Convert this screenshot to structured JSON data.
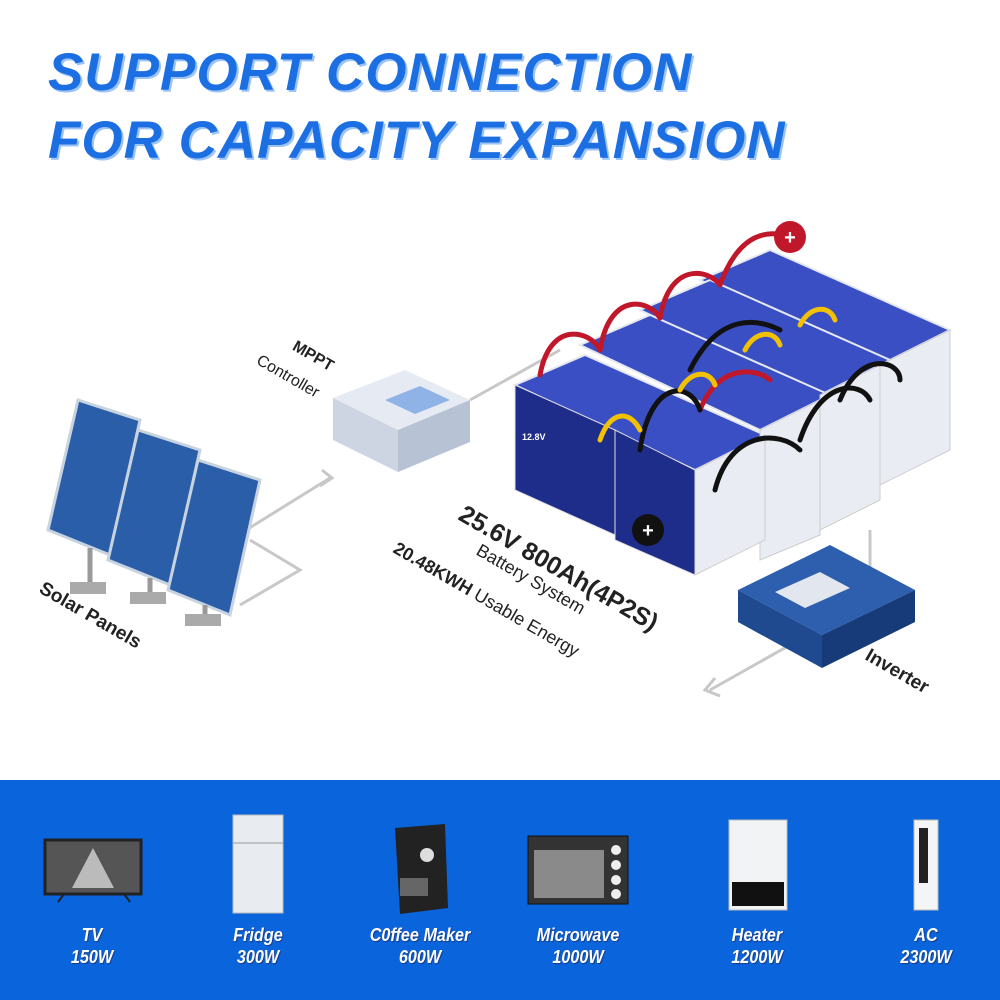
{
  "title": {
    "line1": "SUPPORT CONNECTION",
    "line2": "FOR CAPACITY EXPANSION"
  },
  "diagram": {
    "mppt_label": "MPPT",
    "controller_label": "Controller",
    "solar_label": "Solar Panels",
    "inverter_label": "Inverter",
    "spec_main": "25.6V 800Ah(4P2S)",
    "spec_sub": "Battery System",
    "energy_value": "20.48KWH",
    "energy_label": "Usable Energy",
    "plus_symbol": "+",
    "battery_voltage": "12.8V",
    "colors": {
      "battery_blue": "#3a4fc4",
      "positive_cable": "#c0182a",
      "negative_cable": "#111111",
      "bridge": "#f2c200"
    }
  },
  "appliances": [
    {
      "name": "TV",
      "power": "150W",
      "icon": "tv-icon"
    },
    {
      "name": "Fridge",
      "power": "300W",
      "icon": "fridge-icon"
    },
    {
      "name": "C0ffee Maker",
      "power": "600W",
      "icon": "coffee-maker-icon"
    },
    {
      "name": "Microwave",
      "power": "1000W",
      "icon": "microwave-icon"
    },
    {
      "name": "Heater",
      "power": "1200W",
      "icon": "heater-icon"
    },
    {
      "name": "AC",
      "power": "2300W",
      "icon": "ac-icon"
    }
  ],
  "colors": {
    "title": "#1c6fe3",
    "band": "#0a64dc"
  }
}
